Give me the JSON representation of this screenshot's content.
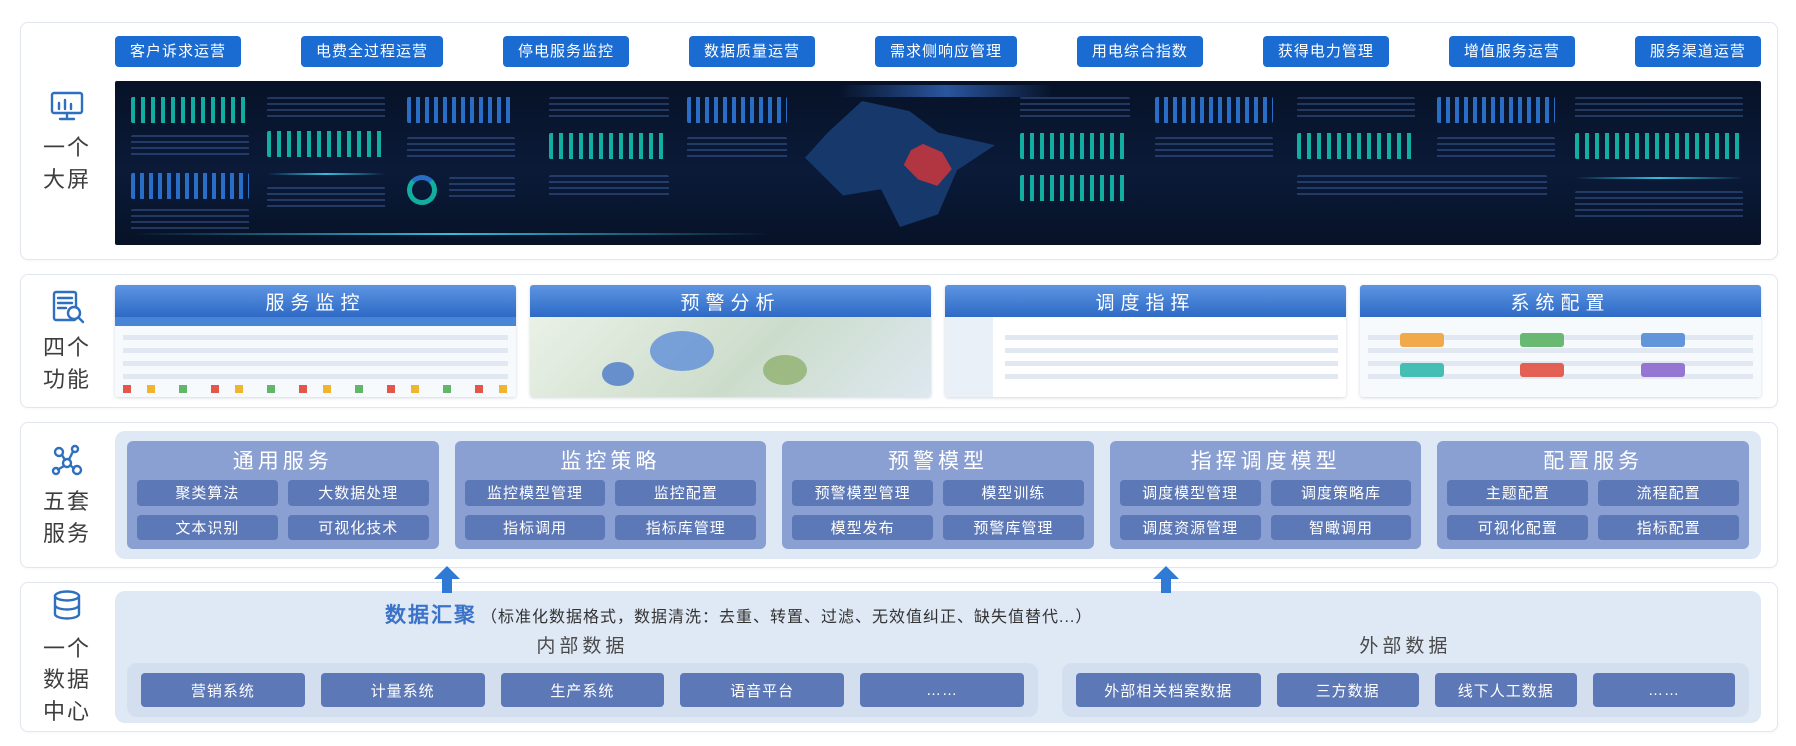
{
  "colors": {
    "tab-blue": "#1a6bd2",
    "func-header-top": "#5d95e2",
    "func-header-bottom": "#2e6ac6",
    "panel-bg": "#dfe8f5",
    "group-bg": "#8ba0d2",
    "chip-blue": "#5d78b7",
    "arrow-blue": "#2e7ad4",
    "dashboard-bg": "#0a1a38",
    "rail-icon-blue": "#2e6fc0",
    "title-blue": "#3b73c9"
  },
  "sections": {
    "big_screen": {
      "rail": {
        "icon": "monitor-chart-icon",
        "lines": [
          "一个",
          "大屏"
        ]
      },
      "tabs": [
        "客户诉求运营",
        "电费全过程运营",
        "停电服务监控",
        "数据质量运营",
        "需求侧响应管理",
        "用电综合指数",
        "获得电力管理",
        "增值服务运营",
        "服务渠道运营"
      ]
    },
    "four_functions": {
      "rail": {
        "icon": "report-search-icon",
        "lines": [
          "四个",
          "功能"
        ]
      },
      "panels": [
        "服务监控",
        "预警分析",
        "调度指挥",
        "系统配置"
      ]
    },
    "five_services": {
      "rail": {
        "icon": "network-nodes-icon",
        "lines": [
          "五套",
          "服务"
        ]
      },
      "groups": [
        {
          "title": "通用服务",
          "items": [
            "聚类算法",
            "大数据处理",
            "文本识别",
            "可视化技术"
          ]
        },
        {
          "title": "监控策略",
          "items": [
            "监控模型管理",
            "监控配置",
            "指标调用",
            "指标库管理"
          ]
        },
        {
          "title": "预警模型",
          "items": [
            "预警模型管理",
            "模型训练",
            "模型发布",
            "预警库管理"
          ]
        },
        {
          "title": "指挥调度模型",
          "items": [
            "调度模型管理",
            "调度策略库",
            "调度资源管理",
            "智瞰调用"
          ]
        },
        {
          "title": "配置服务",
          "items": [
            "主题配置",
            "流程配置",
            "可视化配置",
            "指标配置"
          ]
        }
      ]
    },
    "data_center": {
      "rail": {
        "icon": "database-icon",
        "lines": [
          "一个",
          "数据",
          "中心"
        ]
      },
      "title": "数据汇聚",
      "note": "（标准化数据格式，数据清洗：去重、转置、过滤、无效值纠正、缺失值替代...）",
      "internal": {
        "title": "内部数据",
        "items": [
          "营销系统",
          "计量系统",
          "生产系统",
          "语音平台",
          "……"
        ]
      },
      "external": {
        "title": "外部数据",
        "items": [
          "外部相关档案数据",
          "三方数据",
          "线下人工数据",
          "……"
        ]
      }
    }
  }
}
